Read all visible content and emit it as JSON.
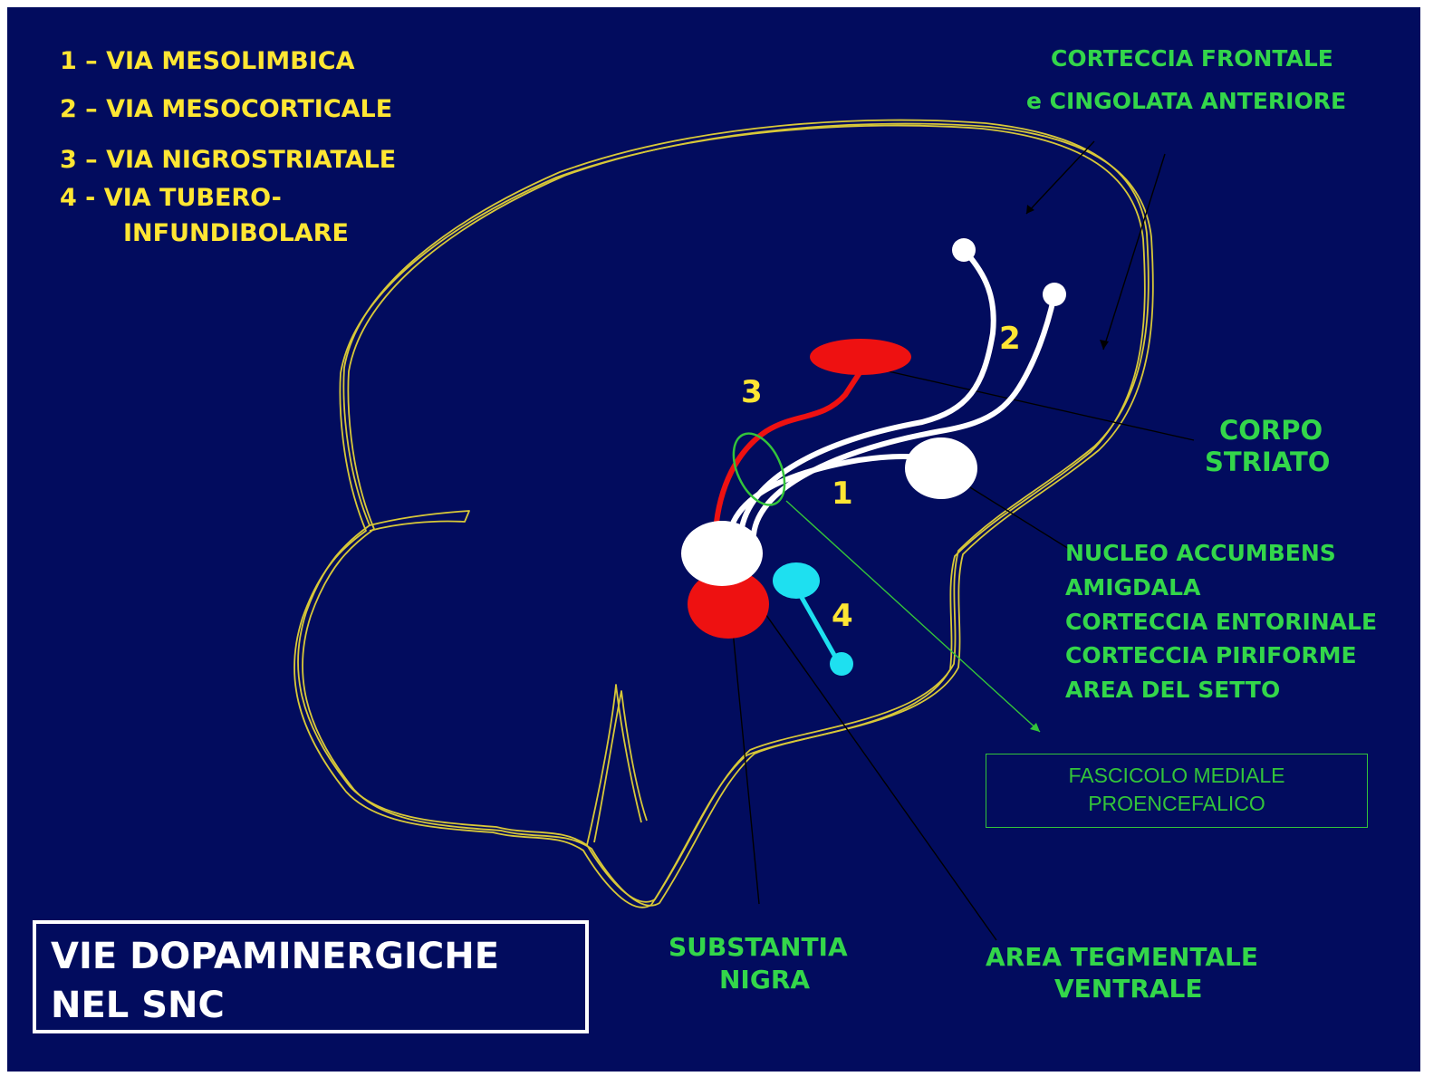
{
  "legend": {
    "item1": "1 – VIA MESOLIMBICA",
    "item2": "2 – VIA MESOCORTICALE",
    "item3": "3 – VIA NIGROSTRIATALE",
    "item4_line1": "4 -  VIA TUBERO-",
    "item4_line2": "INFUNDIBOLARE"
  },
  "labels": {
    "cortex_line1": "CORTECCIA FRONTALE",
    "cortex_line2": "e CINGOLATA ANTERIORE",
    "striatum_line1": "CORPO",
    "striatum_line2": "STRIATO",
    "targets": [
      "NUCLEO ACCUMBENS",
      "AMIGDALA",
      "CORTECCIA ENTORINALE",
      "CORTECCIA PIRIFORME",
      "AREA DEL SETTO"
    ],
    "fascicolo_line1": "FASCICOLO MEDIALE",
    "fascicolo_line2": "PROENCEFALICO",
    "nigra_line1": "SUBSTANTIA",
    "nigra_line2": "NIGRA",
    "vta_line1": "AREA TEGMENTALE",
    "vta_line2": "VENTRALE"
  },
  "pathway_numbers": {
    "n1": "1",
    "n2": "2",
    "n3": "3",
    "n4": "4"
  },
  "title": {
    "line1": "VIE  DOPAMINERGICHE",
    "line2": "NEL  SNC"
  },
  "colors": {
    "background": "#020c5e",
    "legend_text": "#ffe633",
    "label_text": "#33d64a",
    "brain_outline": "#d8c838",
    "mesolimbic_mesocortical": "#ffffff",
    "nigrostriatal": "#ee1111",
    "tuberoinfundibular": "#1ee0f0"
  }
}
